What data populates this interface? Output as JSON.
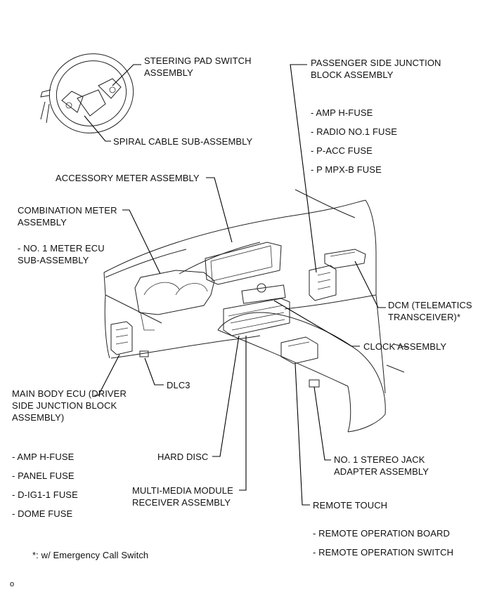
{
  "labels": {
    "steering_pad_switch": [
      "STEERING PAD SWITCH",
      "ASSEMBLY"
    ],
    "spiral_cable": "SPIRAL  CABLE SUB-ASSEMBLY",
    "passenger_jb": [
      "PASSENGER SIDE JUNCTION",
      "BLOCK ASSEMBLY"
    ],
    "passenger_jb_fuses": [
      "- AMP H-FUSE",
      "- RADIO NO.1 FUSE",
      "- P-ACC FUSE",
      "- P MPX-B FUSE"
    ],
    "accessory_meter": "ACCESSORY METER ASSEMBLY",
    "combination_meter": [
      "COMBINATION METER",
      "ASSEMBLY"
    ],
    "combination_meter_sub": [
      "- NO. 1 METER ECU",
      "SUB-ASSEMBLY"
    ],
    "dcm": [
      "DCM (TELEMATICS",
      "TRANSCEIVER)*"
    ],
    "clock": "CLOCK ASSEMBLY",
    "main_body_ecu": [
      "MAIN BODY ECU (DRIVER",
      "SIDE JUNCTION BLOCK",
      "ASSEMBLY)"
    ],
    "dlc3": "DLC3",
    "main_body_fuses": [
      "- AMP H-FUSE",
      "- PANEL FUSE",
      "- D-IG1-1 FUSE",
      "- DOME FUSE"
    ],
    "hard_disc": "HARD DISC",
    "stereo_jack": [
      "NO. 1 STEREO JACK",
      "ADAPTER ASSEMBLY"
    ],
    "multimedia": [
      "MULTI-MEDIA MODULE",
      "RECEIVER ASSEMBLY"
    ],
    "remote_touch": "REMOTE TOUCH",
    "remote_touch_sub": [
      "- REMOTE OPERATION BOARD",
      "- REMOTE OPERATION SWITCH"
    ],
    "footnote": "*: w/ Emergency Call Switch",
    "page_marker": "o"
  }
}
